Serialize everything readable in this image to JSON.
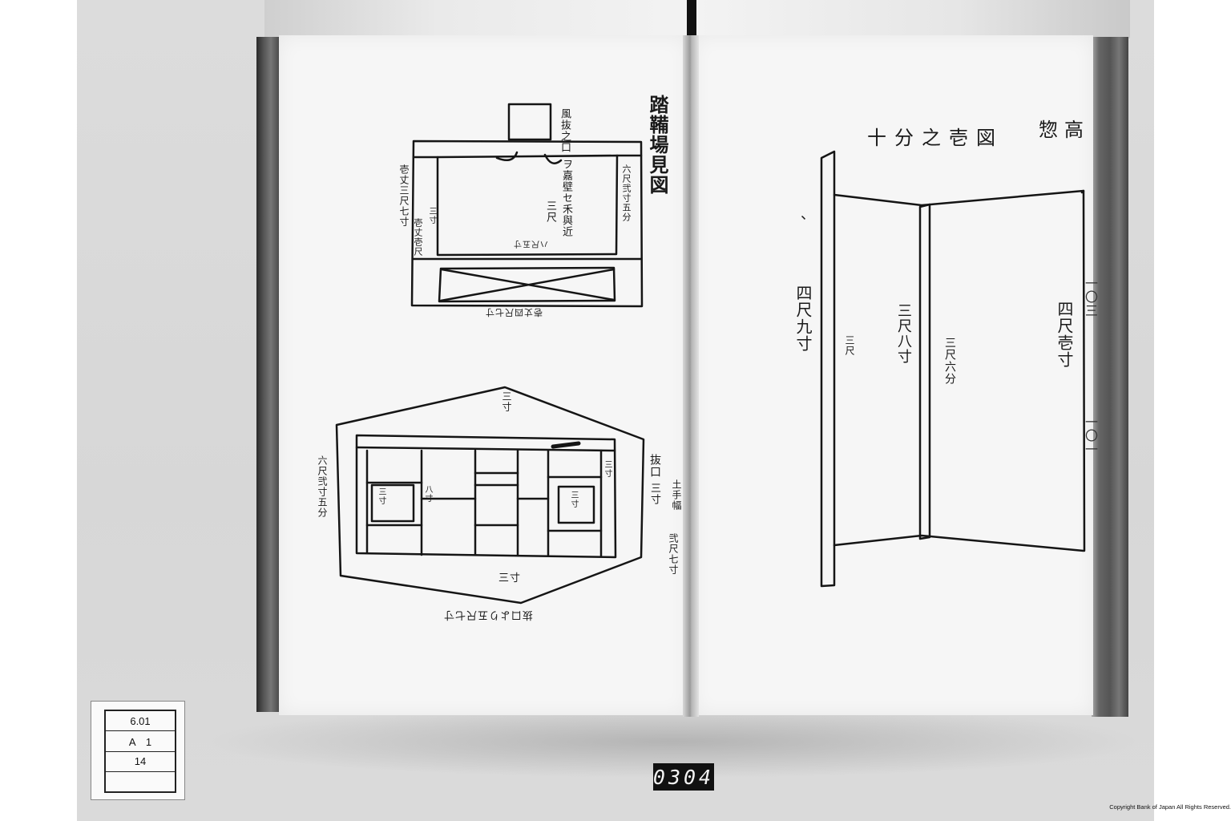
{
  "left_page": {
    "title": "踏鞴場見図",
    "upper_diagram": {
      "top_note": "風抜之口",
      "inner_label_1": "ヲ嘉壁セ禾與近",
      "inner_label_2": "三尺",
      "right_dim": "六尺弐寸五分",
      "left_dim_1": "壱丈三尺七寸",
      "left_dim_2": "三寸",
      "left_dim_3": "壱丈壱尺",
      "mid_caption": "ハ尺五寸",
      "bottom_caption": "壱丈四尺七寸"
    },
    "lower_diagram": {
      "top_dim": "三寸",
      "bottom_dim": "三寸",
      "left_dim": "六尺弐寸五分",
      "right_label_1": "抜口",
      "right_label_2": "三寸",
      "right_label_3": "土手幅",
      "right_label_4": "弐尺七寸",
      "inner_left": "三寸",
      "inner_mid": "八寸",
      "inner_right": "三寸",
      "inner_top_right": "三寸",
      "bottom_caption": "抜口より五尺七寸"
    }
  },
  "right_page": {
    "title": "十分之壱図",
    "header_right": "惣高",
    "mark": "、",
    "left_dim": "四尺九寸",
    "left_inner": "三尺",
    "mid_dim": "三尺八寸",
    "mid_inner": "三尺六分",
    "right_dim": "四尺壱寸",
    "tab_top": "一〇三",
    "tab_bottom": "一〇一"
  },
  "ref_card": {
    "row1": "6.01",
    "row2": "A　1",
    "row3": "14",
    "row4": ""
  },
  "frame_number": "0304",
  "copyright": "Copyright Bank of Japan All Rights Reserved."
}
